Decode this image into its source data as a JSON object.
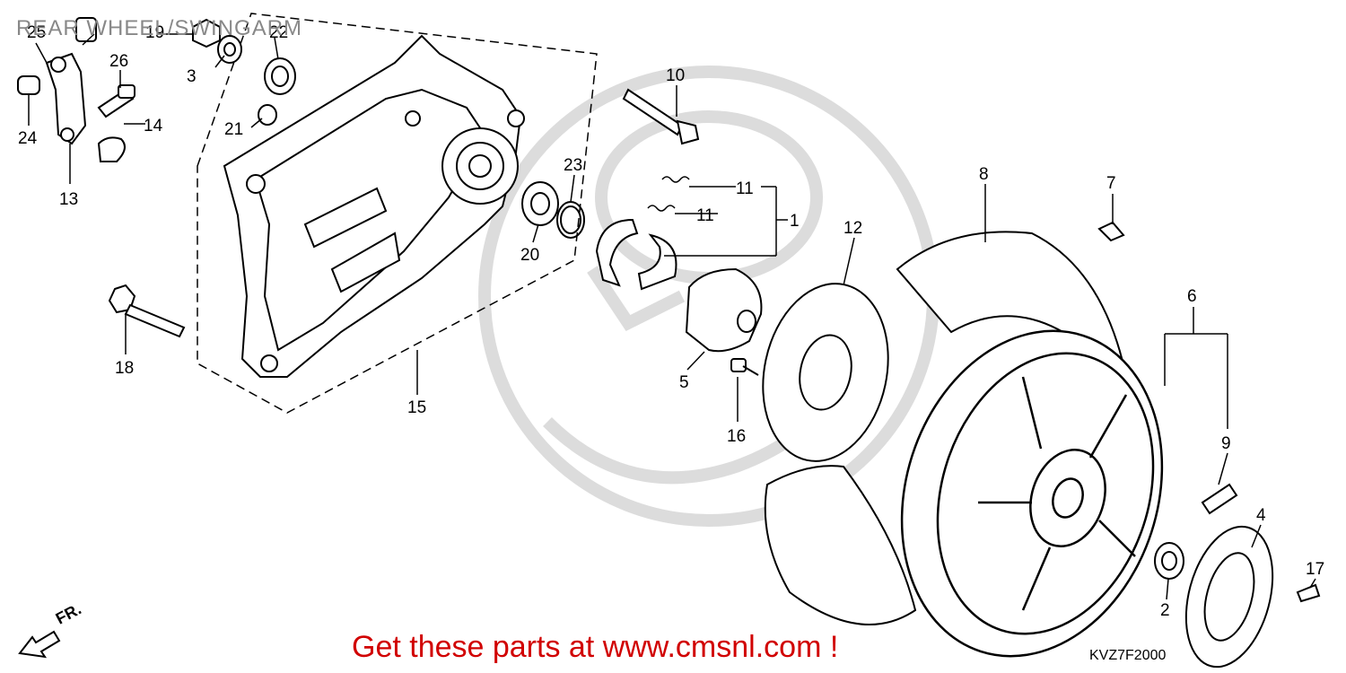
{
  "title": "REAR WHEEL/SWINGARM",
  "promo_text": "Get these parts at www.cmsnl.com !",
  "diagram_code": "KVZ7F2000",
  "front_marker": "FR.",
  "colors": {
    "line": "#000000",
    "promo": "#d10000",
    "watermark": "#dcdcdc",
    "title": "#888888"
  },
  "callouts": [
    {
      "id": "25",
      "text": "25"
    },
    {
      "id": "19",
      "text": "19"
    },
    {
      "id": "22",
      "text": "22"
    },
    {
      "id": "26",
      "text": "26"
    },
    {
      "id": "3",
      "text": "3"
    },
    {
      "id": "24",
      "text": "24"
    },
    {
      "id": "14",
      "text": "14"
    },
    {
      "id": "21",
      "text": "21"
    },
    {
      "id": "13",
      "text": "13"
    },
    {
      "id": "10",
      "text": "10"
    },
    {
      "id": "23",
      "text": "23"
    },
    {
      "id": "11a",
      "text": "11"
    },
    {
      "id": "11b",
      "text": "11"
    },
    {
      "id": "1",
      "text": "1"
    },
    {
      "id": "8",
      "text": "8"
    },
    {
      "id": "7",
      "text": "7"
    },
    {
      "id": "12",
      "text": "12"
    },
    {
      "id": "20",
      "text": "20"
    },
    {
      "id": "6",
      "text": "6"
    },
    {
      "id": "18",
      "text": "18"
    },
    {
      "id": "5",
      "text": "5"
    },
    {
      "id": "15",
      "text": "15"
    },
    {
      "id": "16",
      "text": "16"
    },
    {
      "id": "9",
      "text": "9"
    },
    {
      "id": "4",
      "text": "4"
    },
    {
      "id": "17",
      "text": "17"
    },
    {
      "id": "2",
      "text": "2"
    }
  ]
}
